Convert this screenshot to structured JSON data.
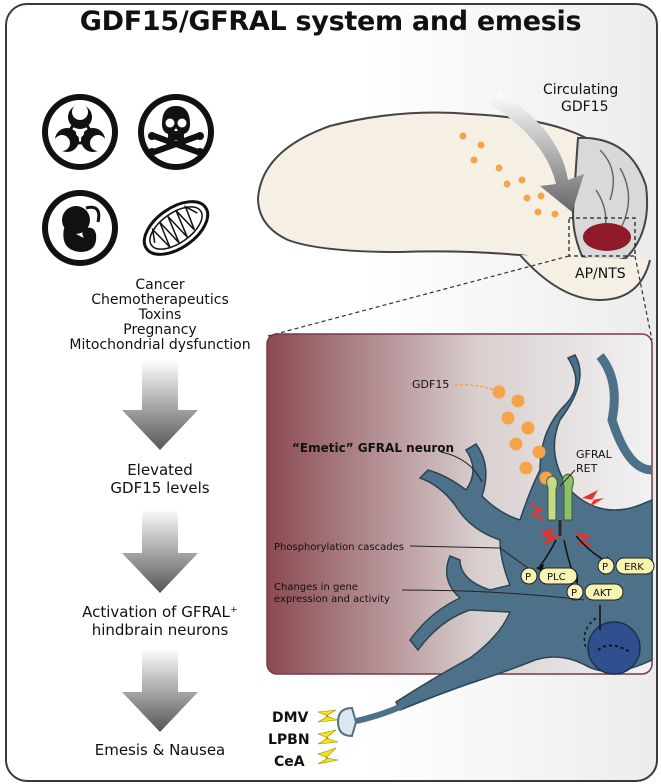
{
  "title": "GDF15/GFRAL system and emesis",
  "icons": [
    "biohazard-icon",
    "skull-crossbones-icon",
    "fetus-icon",
    "mitochondrion-icon"
  ],
  "causes": [
    "Cancer",
    "Chemotherapeutics",
    "Toxins",
    "Pregnancy",
    "Mitochondrial dysfunction"
  ],
  "flow": [
    {
      "lines": [
        "Elevated",
        "GDF15 levels"
      ]
    },
    {
      "lines": [
        "Activation of GFRAL⁺",
        "hindbrain neurons"
      ]
    },
    {
      "lines": [
        "Emesis & Nausea"
      ]
    }
  ],
  "brain": {
    "circulating_label": [
      "Circulating",
      "GDF15"
    ],
    "region_label": "AP/NTS"
  },
  "inset": {
    "gdf15_label": "GDF15",
    "neuron_label": "“Emetic” GFRAL neuron",
    "receptor_labels": [
      "GFRAL",
      "RET"
    ],
    "phospho_label": "Phosphorylation cascades",
    "gene_label": [
      "Changes in gene",
      "expression and activity"
    ],
    "phospho_marker": "P",
    "kinases": [
      "PLC",
      "ERK",
      "AKT"
    ]
  },
  "targets": [
    "DMV",
    "LPBN",
    "CeA"
  ],
  "colors": {
    "arrow_dark": "#555555",
    "neuron": "#4d7188",
    "gdf15_dot": "#f5a44a",
    "ap_nts": "#8e1a2a",
    "inset_left": "#8a4a52",
    "bolt": "#e8322a",
    "kinase_fill": "#f7f3b3",
    "target_bolt": "#f2e31b"
  }
}
